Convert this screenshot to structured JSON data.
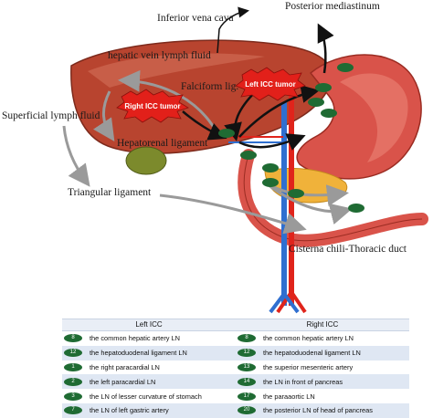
{
  "labels": {
    "inferior_vena_cava": "Inferior vena cava",
    "posterior_mediastinum": "Posterior mediastinum",
    "hepatic_vein_lymph_fluid": "hepatic vein lymph fluid",
    "falciform_lig": "Falciform lig.",
    "superficial_lymph_fluid": "Superficial lymph fluid",
    "hepatorenal_ligament": "Hepatorenal ligament",
    "triangular_ligament": "Triangular ligament",
    "cisterna_chili": "Cisterna chili-Thoracic duct"
  },
  "tumors": {
    "right": "Right ICC tumor",
    "left": "Left ICC tumor"
  },
  "colors": {
    "liver": "#b8442f",
    "stomach": "#d9534a",
    "node": "#1f6b33",
    "artery": "#e0241b",
    "vein": "#2f6fd0",
    "pancreas": "#f0b23a",
    "duodenum": "#d9534a",
    "gallbladder": "#7c8a2c"
  },
  "legend": {
    "left_header": "Left ICC",
    "right_header": "Right ICC",
    "rows": [
      {
        "left_num": "8",
        "left_text": "the common hepatic artery LN",
        "right_num": "8",
        "right_text": "the common hepatic artery LN"
      },
      {
        "left_num": "12",
        "left_text": "the hepatoduodenal ligament LN",
        "right_num": "12",
        "right_text": "the hepatoduodenal ligament LN"
      },
      {
        "left_num": "1",
        "left_text": "the right paracardial LN",
        "right_num": "13",
        "right_text": "the superior mesenteric artery"
      },
      {
        "left_num": "2",
        "left_text": "the left paracardial LN",
        "right_num": "14",
        "right_text": "the LN in front of pancreas"
      },
      {
        "left_num": "3",
        "left_text": "the LN of lesser curvature of stomach",
        "right_num": "17",
        "right_text": "the paraaortic LN"
      },
      {
        "left_num": "7",
        "left_text": "the LN of left gastric artery",
        "right_num": "20",
        "right_text": "the posterior LN of head of pancreas"
      }
    ]
  }
}
